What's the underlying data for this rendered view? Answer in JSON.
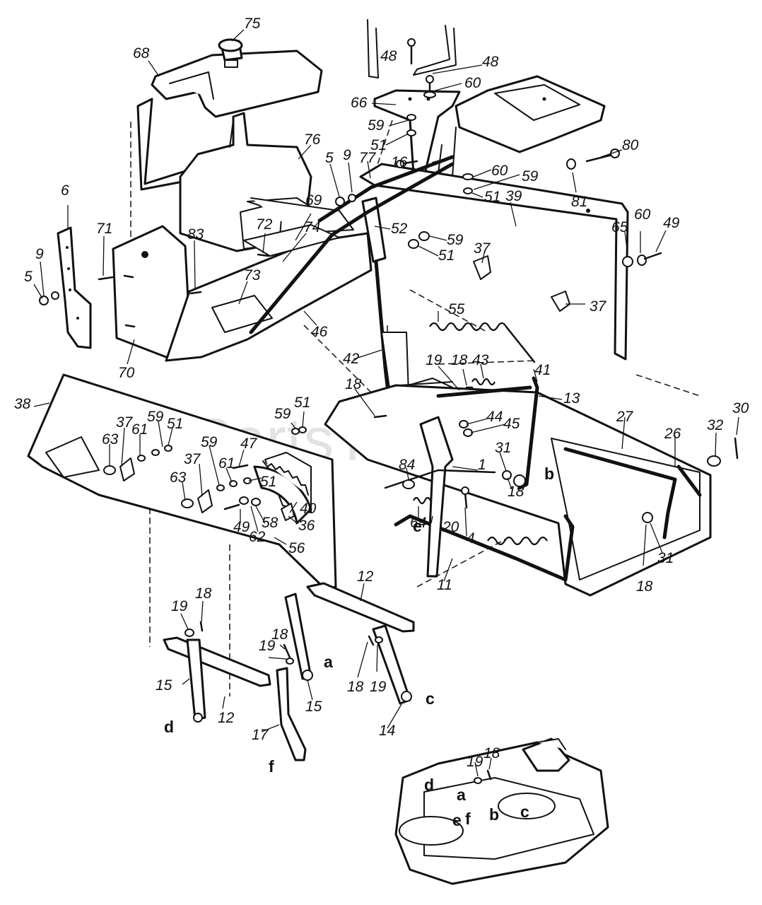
{
  "watermark": {
    "text": "PartsTree",
    "mark": "™"
  },
  "callouts": [
    "75",
    "68",
    "48",
    "48",
    "60",
    "66",
    "59",
    "51",
    "76",
    "77",
    "16",
    "9",
    "5",
    "60",
    "59",
    "51",
    "39",
    "80",
    "81",
    "6",
    "71",
    "83",
    "72",
    "69",
    "74",
    "52",
    "59",
    "51",
    "37",
    "65",
    "60",
    "49",
    "9",
    "5",
    "73",
    "55",
    "37",
    "70",
    "46",
    "42",
    "19",
    "18",
    "43",
    "41",
    "13",
    "18",
    "38",
    "59",
    "51",
    "59",
    "37",
    "61",
    "51",
    "63",
    "47",
    "59",
    "61",
    "37",
    "63",
    "51",
    "44",
    "45",
    "27",
    "26",
    "32",
    "30",
    "84",
    "31",
    "1",
    "18",
    "40",
    "49",
    "58",
    "36",
    "62",
    "56",
    "64",
    "20",
    "4",
    "31",
    "18",
    "11",
    "12",
    "18",
    "19",
    "18",
    "19",
    "15",
    "12",
    "18",
    "19",
    "15",
    "17",
    "14",
    "19",
    "18"
  ],
  "connection_letters": [
    "b",
    "e",
    "a",
    "d",
    "c",
    "f",
    "d",
    "a",
    "b",
    "c",
    "e",
    "f"
  ]
}
